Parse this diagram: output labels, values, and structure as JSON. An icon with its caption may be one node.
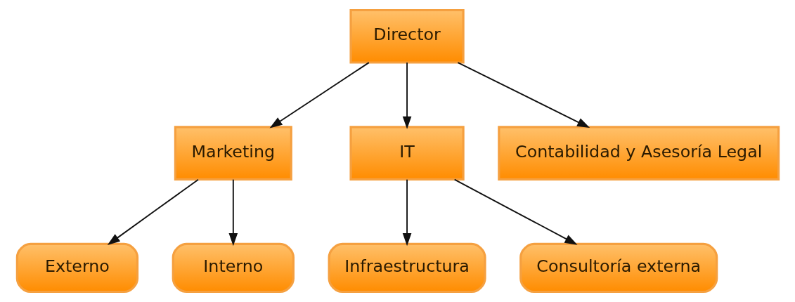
{
  "diagram": {
    "nodes": [
      {
        "text": [
          "Director"
        ]
      },
      {
        "text": [
          "Marketing"
        ]
      },
      {
        "text": [
          "IT"
        ]
      },
      {
        "text": [
          "Contabilidad y Asesoría Legal"
        ]
      },
      {
        "text": [
          "Externo"
        ]
      },
      {
        "text": [
          "Interno"
        ]
      },
      {
        "text": [
          "Infraestructura"
        ]
      },
      {
        "text": [
          "Consultoría externa"
        ]
      }
    ],
    "edges": [
      {
        "from": 0,
        "to": 1,
        "arrow": "to"
      },
      {
        "from": 0,
        "to": 2,
        "arrow": "to"
      },
      {
        "from": 0,
        "to": 3,
        "arrow": "to"
      },
      {
        "from": 1,
        "to": 4,
        "arrow": "to"
      },
      {
        "from": 1,
        "to": 5,
        "arrow": "to"
      },
      {
        "from": 2,
        "to": 6,
        "arrow": "to"
      },
      {
        "from": 2,
        "to": 7,
        "arrow": "to"
      }
    ]
  }
}
